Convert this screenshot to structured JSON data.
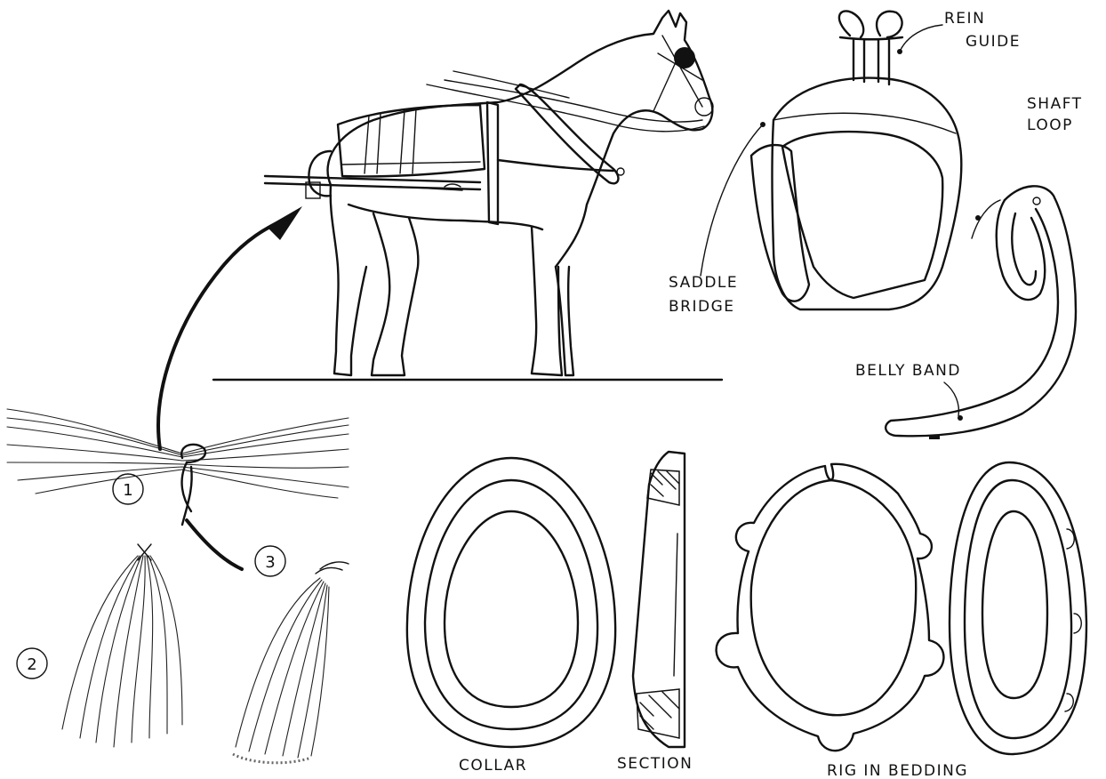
{
  "labels": {
    "rein_guide_line1": "REIN",
    "rein_guide_line2": "GUIDE",
    "shaft_loop_line1": "SHAFT",
    "shaft_loop_line2": "LOOP",
    "saddle_bridge_line1": "SADDLE",
    "saddle_bridge_line2": "BRIDGE",
    "belly_band": "BELLY BAND",
    "collar": "COLLAR",
    "section": "SECTION",
    "rig_in_bedding": "RIG IN BEDDING"
  },
  "steps": {
    "step1": "1",
    "step2": "2",
    "step3": "3"
  }
}
